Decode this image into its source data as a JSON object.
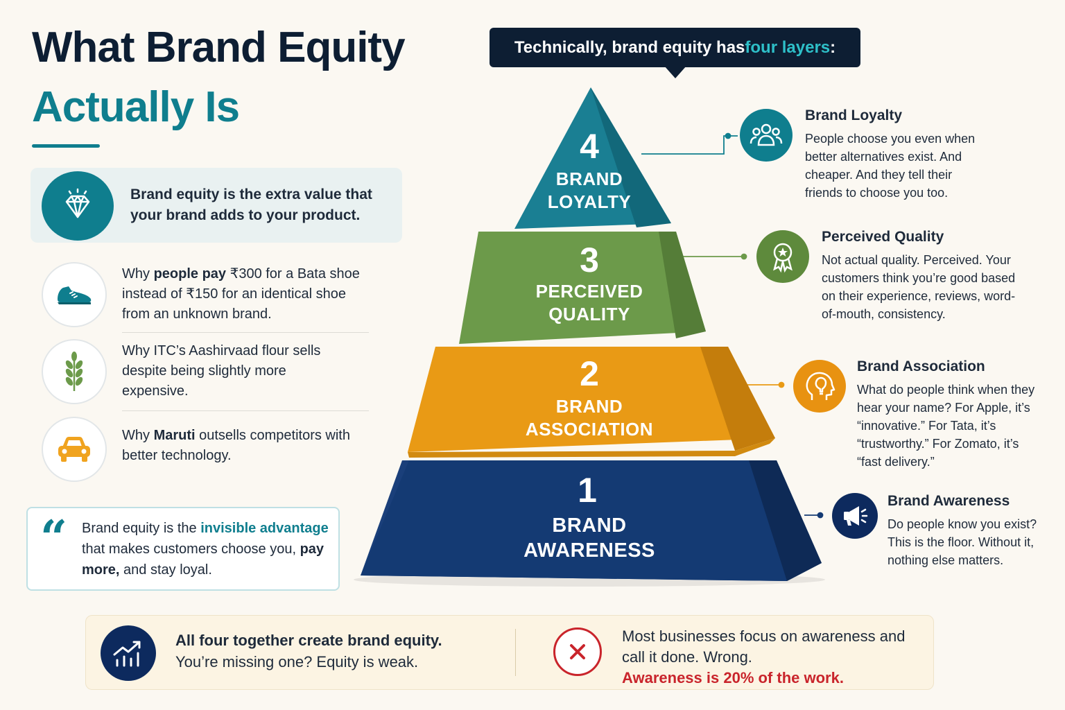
{
  "title": {
    "line1": "What Brand Equity",
    "line2": "Actually Is"
  },
  "definition": {
    "text": "Brand equity is the extra value that your brand adds to your product."
  },
  "examples": [
    {
      "pre": "Why ",
      "bold": "people pay",
      "post": " ₹300 for a Bata shoe instead of ₹150 for an identical shoe from an unknown brand."
    },
    {
      "pre": "Why ITC’s Aashirvaad flour sells despite being slightly more expensive.",
      "bold": "",
      "post": ""
    },
    {
      "pre": "Why ",
      "bold": "Maruti",
      "post": " outsells competitors with better technology."
    }
  ],
  "quote": {
    "mark": "“",
    "pre": "Brand equity is the ",
    "highlight": "invisible advantage",
    "mid": " that makes customers choose you, ",
    "bold": "pay more,",
    "post": " and stay loyal."
  },
  "callout": {
    "pre": "Technically, brand equity has ",
    "highlight": "four layers",
    "post": ":"
  },
  "pyramid": [
    {
      "number": "4",
      "line1": "BRAND",
      "line2": "LOYALTY"
    },
    {
      "number": "3",
      "line1": "PERCEIVED",
      "line2": "QUALITY"
    },
    {
      "number": "2",
      "line1": "BRAND",
      "line2": "ASSOCIATION"
    },
    {
      "number": "1",
      "line1": "BRAND",
      "line2": "AWARENESS"
    }
  ],
  "layers": [
    {
      "title": "Brand Loyalty",
      "desc": "People choose you even when better alternatives exist. And cheaper. And they tell their friends to choose you too.",
      "icon": "people-group-icon",
      "color": "#0f7e8e"
    },
    {
      "title": "Perceived Quality",
      "desc": "Not actual quality. Perceived. Your customers think you’re good based on their experience, reviews, word-of-mouth, consistency.",
      "icon": "award-ribbon-icon",
      "color": "#5e8a3c"
    },
    {
      "title": "Brand Association",
      "desc": "What do people think when they hear your name? For Apple, it’s “innovative.” For Tata, it’s “trustworthy.” For Zomato, it’s “fast delivery.”",
      "icon": "lightbulb-head-icon",
      "color": "#e89211"
    },
    {
      "title": "Brand Awareness",
      "desc": "Do people know you exist? This is the floor. Without it, nothing else matters.",
      "icon": "megaphone-icon",
      "color": "#0d2a5e"
    }
  ],
  "bottom": {
    "left_bold": "All four together create brand equity.",
    "left_text": "You’re missing one? Equity is weak.",
    "right_text": "Most businesses focus on awareness and call it done. Wrong.",
    "right_red": "Awareness is 20% of the work."
  },
  "colors": {
    "teal": "#0f7e8e",
    "green": "#6c9a4a",
    "orange": "#e99a15",
    "navy": "#143a73",
    "red": "#c9242b"
  }
}
